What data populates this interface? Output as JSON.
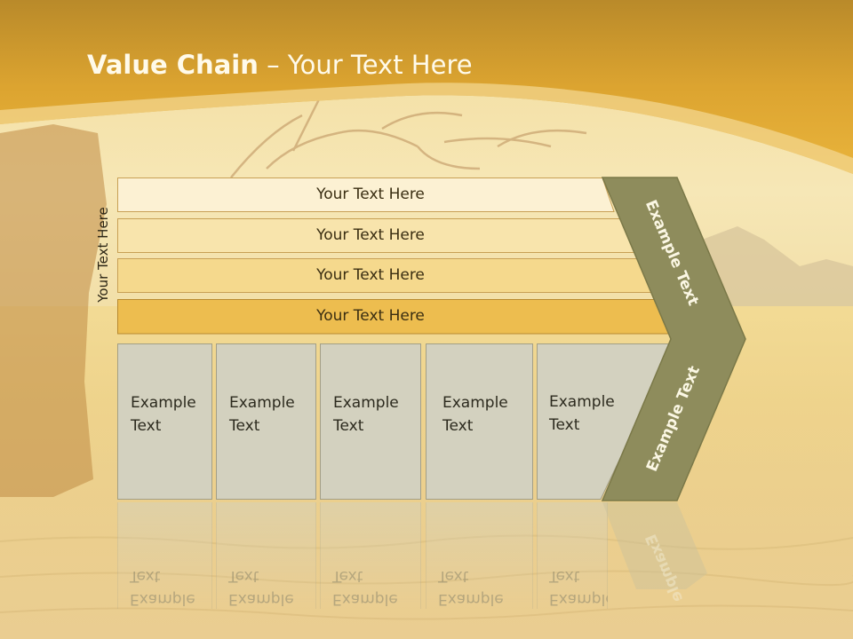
{
  "slide": {
    "title_bold": "Value Chain",
    "title_rest": " – Your Text Here",
    "side_label": "Your Text Here",
    "bars": [
      {
        "label": "Your Text Here"
      },
      {
        "label": "Your Text Here"
      },
      {
        "label": "Your Text Here"
      },
      {
        "label": "Your Text Here"
      }
    ],
    "cards": [
      {
        "line1": "Example",
        "line2": "Text"
      },
      {
        "line1": "Example",
        "line2": "Text"
      },
      {
        "line1": "Example",
        "line2": "Text"
      },
      {
        "line1": "Example",
        "line2": "Text"
      },
      {
        "line1": "Example",
        "line2": "Text"
      }
    ],
    "chevron_upper": "Example Text",
    "chevron_lower": "Example Text"
  },
  "colors": {
    "header_gold": "#e3a92a",
    "bar1": "#fcf1d3",
    "bar2": "#f8e4ac",
    "bar3": "#f5d98d",
    "bar4": "#edbd4f",
    "card": "#d3d1bf",
    "chevron": "#8e8c5c"
  }
}
